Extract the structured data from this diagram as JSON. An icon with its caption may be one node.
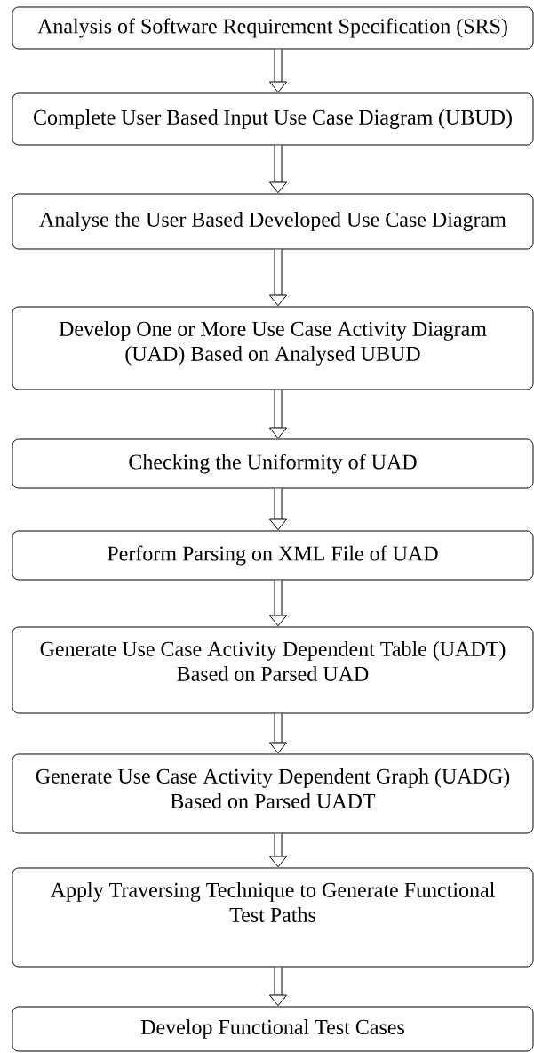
{
  "diagram": {
    "nodes": [
      {
        "text": [
          "Analysis of Software Requirement Specification (SRS)"
        ]
      },
      {
        "text": [
          "Complete User Based Input Use Case Diagram (UBUD)"
        ]
      },
      {
        "text": [
          "Analyse the User Based Developed Use Case Diagram"
        ]
      },
      {
        "text": [
          "Develop One or More Use Case Activity Diagram (UAD) Based on Analysed UBUD"
        ]
      },
      {
        "text": [
          "Checking the Uniformity of UAD"
        ]
      },
      {
        "text": [
          "Perform Parsing on XML File of UAD"
        ]
      },
      {
        "text": [
          "Generate Use Case Activity Dependent Table (UADT) Based on Parsed UAD"
        ]
      },
      {
        "text": [
          "Generate Use Case Activity Dependent Graph (UADG) Based on Parsed UADT"
        ]
      },
      {
        "text": [
          "Apply Traversing Technique to Generate Functional Test Paths"
        ]
      },
      {
        "text": [
          "Develop Functional Test Cases"
        ]
      }
    ],
    "edges": [
      {
        "from": 0,
        "to": 1,
        "arrow": "to"
      },
      {
        "from": 1,
        "to": 2,
        "arrow": "to"
      },
      {
        "from": 2,
        "to": 3,
        "arrow": "to"
      },
      {
        "from": 3,
        "to": 4,
        "arrow": "to"
      },
      {
        "from": 4,
        "to": 5,
        "arrow": "to"
      },
      {
        "from": 5,
        "to": 6,
        "arrow": "to"
      },
      {
        "from": 6,
        "to": 7,
        "arrow": "to"
      },
      {
        "from": 7,
        "to": 8,
        "arrow": "to"
      },
      {
        "from": 8,
        "to": 9,
        "arrow": "to"
      }
    ]
  }
}
